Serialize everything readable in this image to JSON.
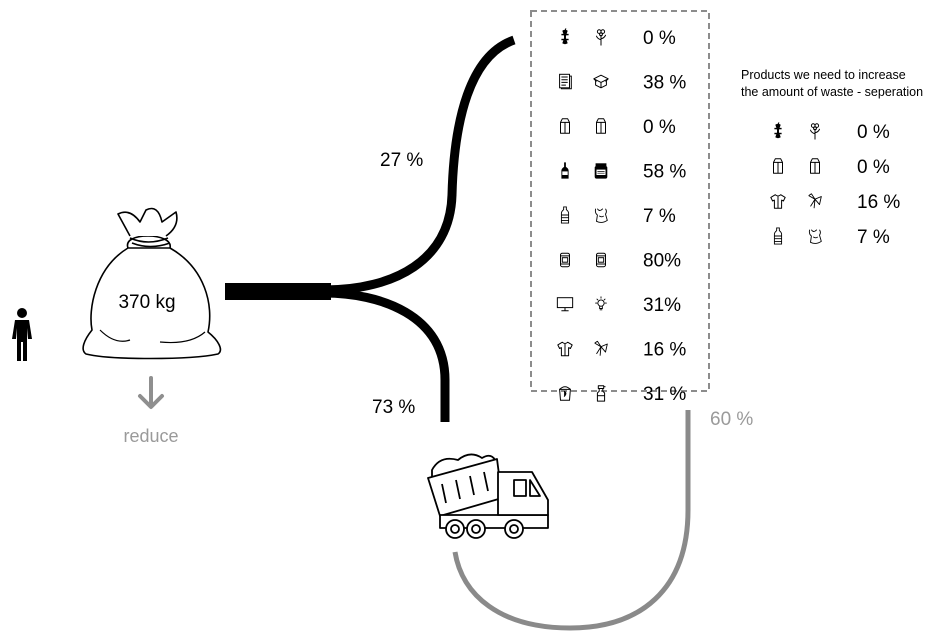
{
  "bag": {
    "weight": "370 kg"
  },
  "reduce": {
    "label": "reduce"
  },
  "flows": {
    "separated_pct": "27 %",
    "residual_pct": "73 %",
    "return_pct": "60 %"
  },
  "colors": {
    "flow": "#000000",
    "return_flow": "#8a8a8a",
    "muted_text": "#9a9a9a",
    "box_border": "#8c8c8c"
  },
  "categories": [
    {
      "icons": [
        "apple-core-icon",
        "flower-icon"
      ],
      "value": "0 %"
    },
    {
      "icons": [
        "newspaper-icon",
        "cardboard-box-icon"
      ],
      "value": "38 %"
    },
    {
      "icons": [
        "milk-carton-icon",
        "juice-carton-icon"
      ],
      "value": "0 %"
    },
    {
      "icons": [
        "wine-bottle-icon",
        "jam-jar-icon"
      ],
      "value": "58 %"
    },
    {
      "icons": [
        "plastic-bottle-icon",
        "plastic-bag-icon"
      ],
      "value": "7  %"
    },
    {
      "icons": [
        "tin-can-icon",
        "metal-can-icon"
      ],
      "value": "80%"
    },
    {
      "icons": [
        "monitor-icon",
        "light-bulb-icon"
      ],
      "value": "31%"
    },
    {
      "icons": [
        "tshirt-icon",
        "textile-scrap-icon"
      ],
      "value": "16 %"
    },
    {
      "icons": [
        "paint-bucket-icon",
        "spray-bottle-icon"
      ],
      "value": "31 %"
    }
  ],
  "increase_panel": {
    "title_line1": "Products we need to increase",
    "title_line2": "the amount of waste - seperation",
    "items": [
      {
        "icons": [
          "apple-core-icon",
          "flower-icon"
        ],
        "value": "0 %"
      },
      {
        "icons": [
          "milk-carton-icon",
          "juice-carton-icon"
        ],
        "value": "0  %"
      },
      {
        "icons": [
          "tshirt-icon",
          "textile-scrap-icon"
        ],
        "value": "16 %"
      },
      {
        "icons": [
          "plastic-bottle-icon",
          "plastic-bag-icon"
        ],
        "value": "7  %"
      }
    ]
  }
}
